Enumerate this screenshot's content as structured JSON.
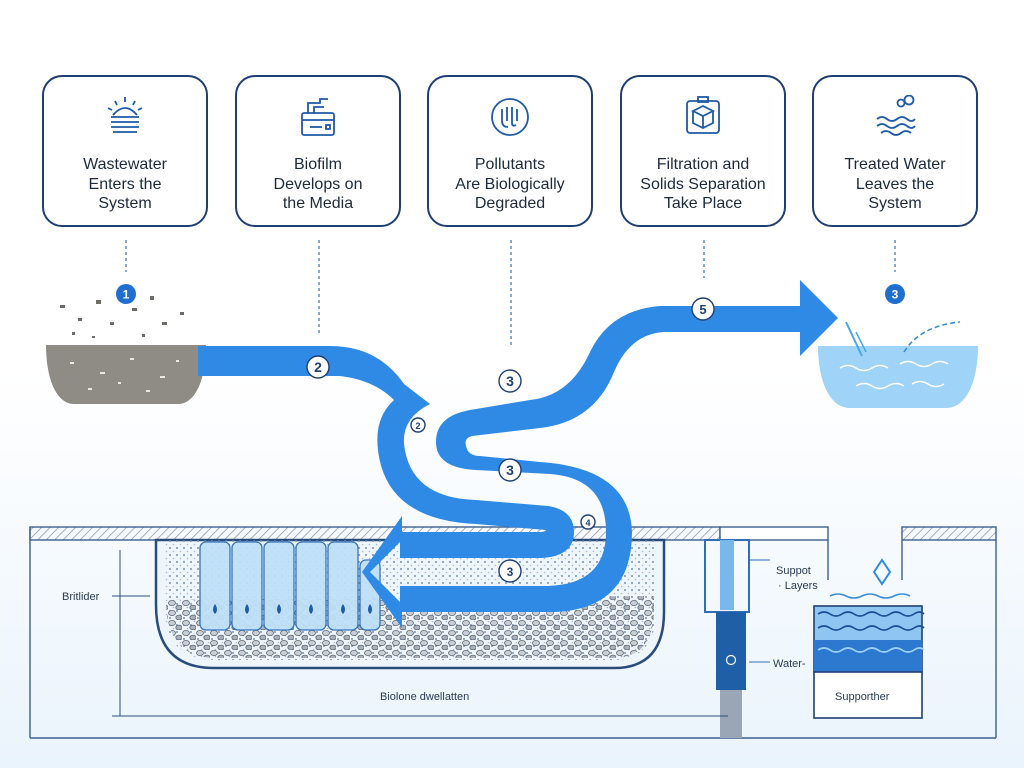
{
  "steps": [
    {
      "icon": "wastewater-icon",
      "lines": [
        "Wastewater",
        "Enters the",
        "System"
      ]
    },
    {
      "icon": "media-tank-icon",
      "lines": [
        "Biofilm",
        "Develops on",
        "the Media"
      ]
    },
    {
      "icon": "microbe-icon",
      "lines": [
        "Pollutants",
        "Are Biologically",
        "Degraded"
      ]
    },
    {
      "icon": "filter-box-icon",
      "lines": [
        "Filtration and",
        "Solids Separation",
        "Take Place"
      ]
    },
    {
      "icon": "water-waves-icon",
      "lines": [
        "Treated Water",
        "Leaves the",
        "System"
      ]
    }
  ],
  "markers": {
    "inlet": "1",
    "outlet": "3",
    "arrow_a": "2",
    "arrow_b": "3",
    "arrow_c": "2",
    "arrow_d": "3",
    "arrow_e": "5",
    "arrow_f": "4",
    "arrow_g": "3"
  },
  "labels": {
    "left_dimension": "Britlider",
    "bottom_dimension": "Biolone dwellatten",
    "support_layers_1": "Suppot",
    "support_layers_2": "· Layers",
    "water": "Water-",
    "support_tank": "Supporther"
  },
  "colors": {
    "flow_arrow": "#2f8ae6",
    "card_border": "#1f3f73",
    "treated_water": "#9fd3f7"
  }
}
